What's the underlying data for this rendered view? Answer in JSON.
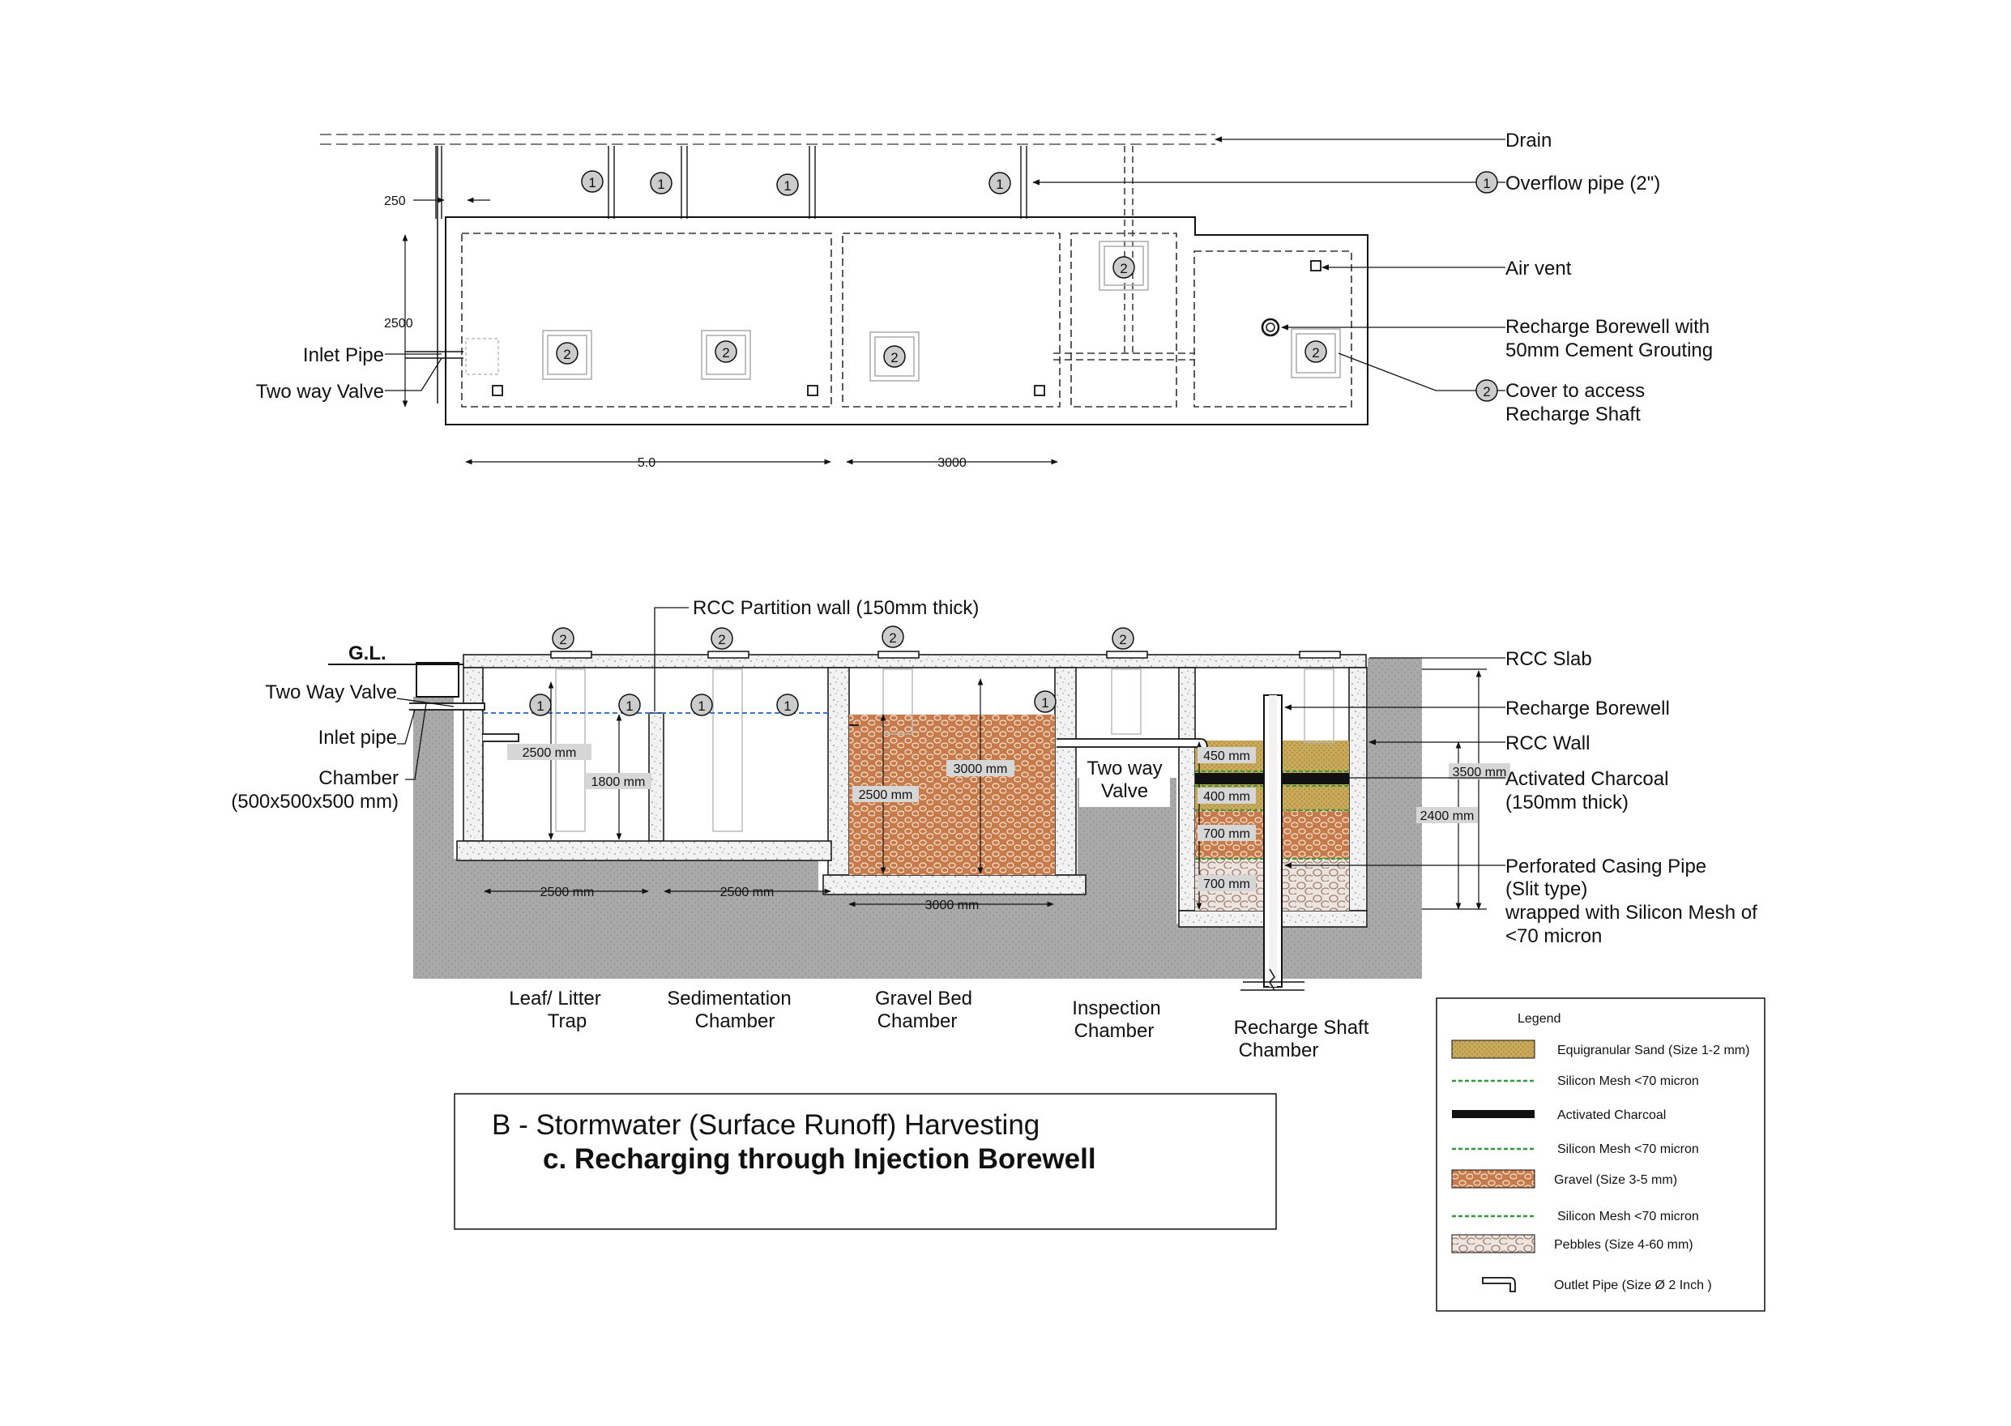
{
  "plan": {
    "drain": "Drain",
    "overflow_pipe": "Overflow pipe (2\")",
    "air_vent": "Air vent",
    "recharge_borewell_1": "Recharge Borewell with",
    "recharge_borewell_2": "50mm Cement Grouting",
    "cover_1": "Cover to access",
    "cover_2": "Recharge Shaft",
    "inlet_pipe": "Inlet Pipe",
    "two_way_valve": "Two way Valve",
    "dim_250": "250",
    "dim_2500": "2500",
    "dim_5": "5.0",
    "dim_3000": "3000",
    "marker_1": "1",
    "marker_2": "2"
  },
  "section": {
    "gl": "G.L.",
    "rcc_partition": "RCC Partition wall (150mm thick)",
    "two_way_valve": "Two Way Valve",
    "inlet_pipe": "Inlet pipe",
    "chamber_1": "Chamber",
    "chamber_2": "(500x500x500 mm)",
    "rcc_slab": "RCC Slab",
    "recharge_borewell": "Recharge Borewell",
    "rcc_wall": "RCC Wall",
    "activated_charcoal_1": "Activated Charcoal",
    "activated_charcoal_2": "(150mm thick)",
    "perforated_1": "Perforated Casing Pipe",
    "perforated_2": "(Slit type)",
    "perforated_3": "wrapped with Silicon Mesh of",
    "perforated_4": "<70 micron",
    "inspection_valve_1": "Two way",
    "inspection_valve_2": "Valve",
    "dims": {
      "d2500a": "2500 mm",
      "d1800": "1800 mm",
      "d2500b": "2500 mm",
      "d3000": "3000 mm",
      "d450": "450 mm",
      "d400": "400 mm",
      "d700a": "700 mm",
      "d700b": "700 mm",
      "d3500": "3500 mm",
      "d2400": "2400 mm",
      "b2500a": "2500 mm",
      "b2500b": "2500 mm",
      "b3000": "3000 mm"
    },
    "chambers": {
      "leaf_1": "Leaf/ Litter",
      "leaf_2": "Trap",
      "sed_1": "Sedimentation",
      "sed_2": "Chamber",
      "gravel_1": "Gravel Bed",
      "gravel_2": "Chamber",
      "insp_1": "Inspection",
      "insp_2": "Chamber",
      "shaft_1": "Recharge Shaft",
      "shaft_2": "Chamber"
    }
  },
  "legend": {
    "title": "Legend",
    "items": [
      "Equigranular Sand (Size 1-2 mm)",
      "Silicon Mesh <70 micron",
      "Activated Charcoal",
      "Silicon Mesh <70 micron",
      "Gravel (Size 3-5 mm)",
      "Silicon Mesh <70 micron",
      "Pebbles (Size 4-60 mm)",
      "Outlet Pipe (Size Ø 2 Inch )"
    ]
  },
  "title_block": {
    "line1": "B -  Stormwater (Surface Runoff) Harvesting",
    "line2": "c. Recharging through Injection Borewell"
  },
  "colors": {
    "sand": "#c9a95a",
    "gravel": "#c77a4a",
    "pebbles": "#e8dcd6",
    "mesh": "#2e9a3c",
    "soil": "#a7a7a7",
    "water": "#3a78c4"
  }
}
